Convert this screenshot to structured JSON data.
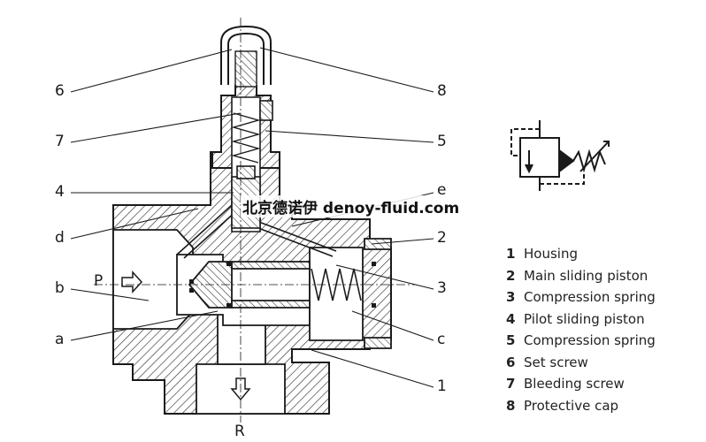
{
  "callouts": {
    "c6": "6",
    "c7": "7",
    "c4": "4",
    "cd": "d",
    "cb": "b",
    "ca": "a",
    "cP": "P",
    "c8": "8",
    "c5": "5",
    "ce": "e",
    "c2": "2",
    "c3": "3",
    "cc": "c",
    "c1": "1",
    "cR": "R"
  },
  "watermark": "北京德诺伊 denoy-fluid.com",
  "legend": [
    {
      "num": "1",
      "label": "Housing"
    },
    {
      "num": "2",
      "label": "Main sliding piston"
    },
    {
      "num": "3",
      "label": "Compression spring"
    },
    {
      "num": "4",
      "label": "Pilot sliding piston"
    },
    {
      "num": "5",
      "label": "Compression spring"
    },
    {
      "num": "6",
      "label": "Set screw"
    },
    {
      "num": "7",
      "label": "Bleeding screw"
    },
    {
      "num": "8",
      "label": "Protective cap"
    }
  ],
  "colors": {
    "line": "#1a1a1a",
    "hatch": "#333333",
    "background": "#ffffff"
  }
}
